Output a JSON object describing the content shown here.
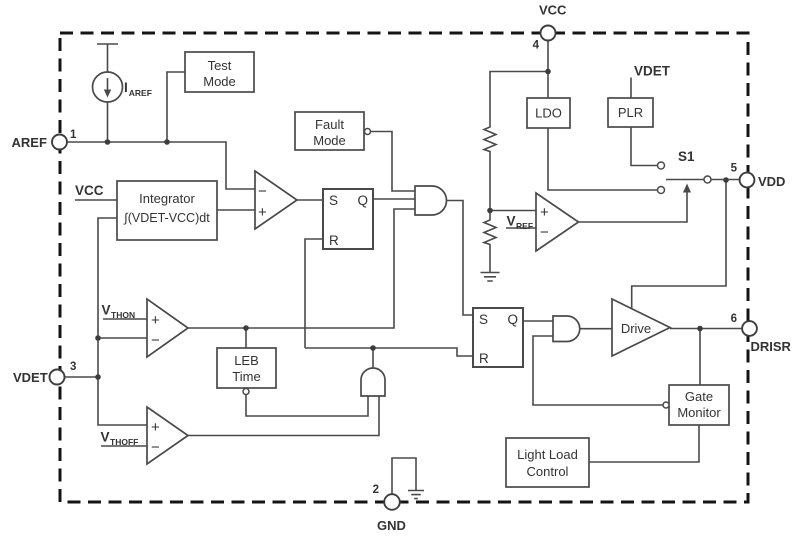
{
  "diagram": {
    "pins": {
      "aref": {
        "name": "AREF",
        "number": "1"
      },
      "gnd": {
        "name": "GND",
        "number": "2"
      },
      "vdet": {
        "name": "VDET",
        "number": "3"
      },
      "vcc": {
        "name": "VCC",
        "number": "4"
      },
      "vdd": {
        "name": "VDD",
        "number": "5"
      },
      "drisr": {
        "name": "DRISR",
        "number": "6"
      }
    },
    "blocks": {
      "test_mode": {
        "line1": "Test",
        "line2": "Mode"
      },
      "fault_mode": {
        "line1": "Fault",
        "line2": "Mode"
      },
      "integrator": {
        "line1": "Integrator",
        "line2": "∫(VDET-VCC)dt"
      },
      "leb_time": {
        "line1": "LEB",
        "line2": "Time"
      },
      "ldo": {
        "label": "LDO"
      },
      "plr": {
        "label": "PLR"
      },
      "drive": {
        "label": "Drive"
      },
      "gate_monitor": {
        "line1": "Gate",
        "line2": "Monitor"
      },
      "light_load_control": {
        "line1": "Light Load",
        "line2": "Control"
      }
    },
    "signals": {
      "i_aref": {
        "main": "I",
        "sub": "AREF"
      },
      "vcc_input": {
        "label": "VCC"
      },
      "v_thon": {
        "main": "V",
        "sub": "THON"
      },
      "v_thoff": {
        "main": "V",
        "sub": "THOFF"
      },
      "v_ref": {
        "main": "V",
        "sub": "REF"
      },
      "vdet_input": {
        "label": "VDET"
      },
      "switch": {
        "label": "S1"
      }
    },
    "latch": {
      "s": "S",
      "q": "Q",
      "r": "R"
    },
    "opamp": {
      "plus": "+",
      "minus": "−"
    },
    "colors": {
      "wire": "#4a4a4a",
      "border": "#141414",
      "text": "#333333"
    }
  }
}
